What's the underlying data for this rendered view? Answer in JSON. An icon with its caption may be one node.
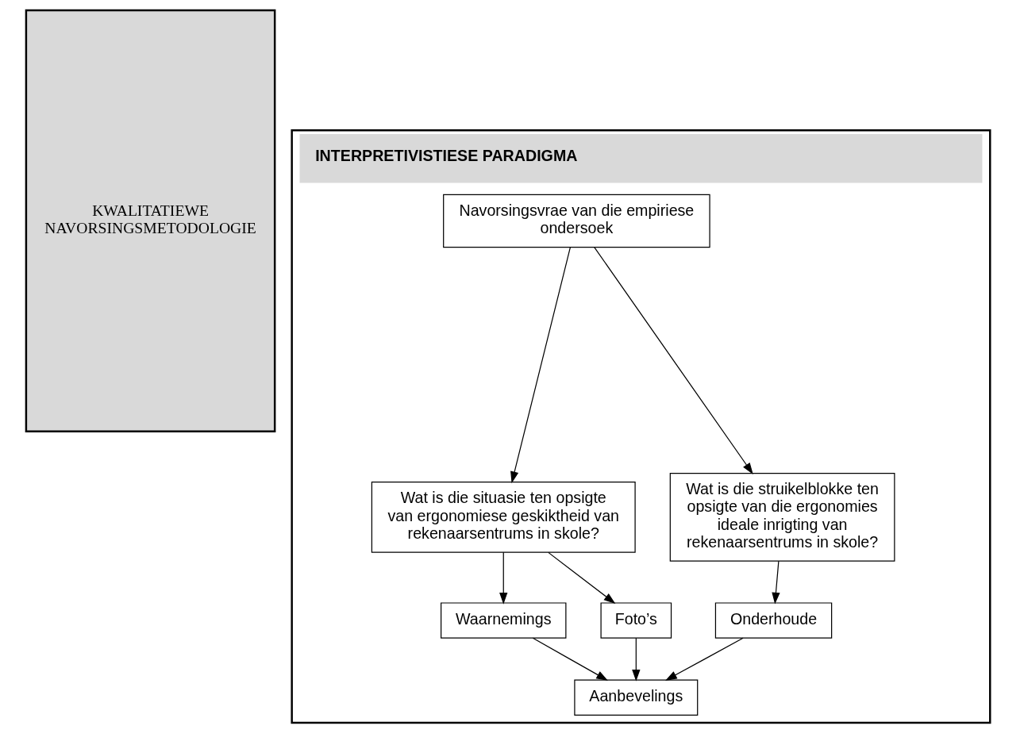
{
  "diagram": {
    "nodes": [
      {
        "text": [
          "KWALITATIEWE NAVORSINGSMETODOLOGIE"
        ]
      },
      {
        "text": [
          "INTERPRETIVISTIESE PARADIGMA"
        ]
      },
      {
        "text": [
          "Navorsingsvrae van die empiriese ondersoek"
        ],
        "in": 1
      },
      {
        "text": [
          "Wat is die situasie ten opsigte van ergonomiese geskiktheid van rekenaarsentrums in skole?"
        ],
        "in": 1
      },
      {
        "text": [
          "Wat is die struikelblokke ten opsigte van die ergonomies ideale inrigting van rekenaarsentrums in skole?"
        ],
        "in": 1
      },
      {
        "text": [
          "Waarnemings"
        ],
        "in": 1
      },
      {
        "text": [
          "Foto’s"
        ],
        "in": 1
      },
      {
        "text": [
          "Onderhoude"
        ],
        "in": 1
      },
      {
        "text": [
          "Aanbevelings"
        ],
        "in": 1
      }
    ],
    "edges": [
      {
        "from": 2,
        "to": 3,
        "arrow": "to"
      },
      {
        "from": 2,
        "to": 4,
        "arrow": "to"
      },
      {
        "from": 3,
        "to": 5,
        "arrow": "to"
      },
      {
        "from": 3,
        "to": 6,
        "arrow": "to"
      },
      {
        "from": 4,
        "to": 7,
        "arrow": "to"
      },
      {
        "from": 5,
        "to": 8,
        "arrow": "to"
      },
      {
        "from": 6,
        "to": 8,
        "arrow": "to"
      },
      {
        "from": 7,
        "to": 8,
        "arrow": "to"
      }
    ]
  }
}
